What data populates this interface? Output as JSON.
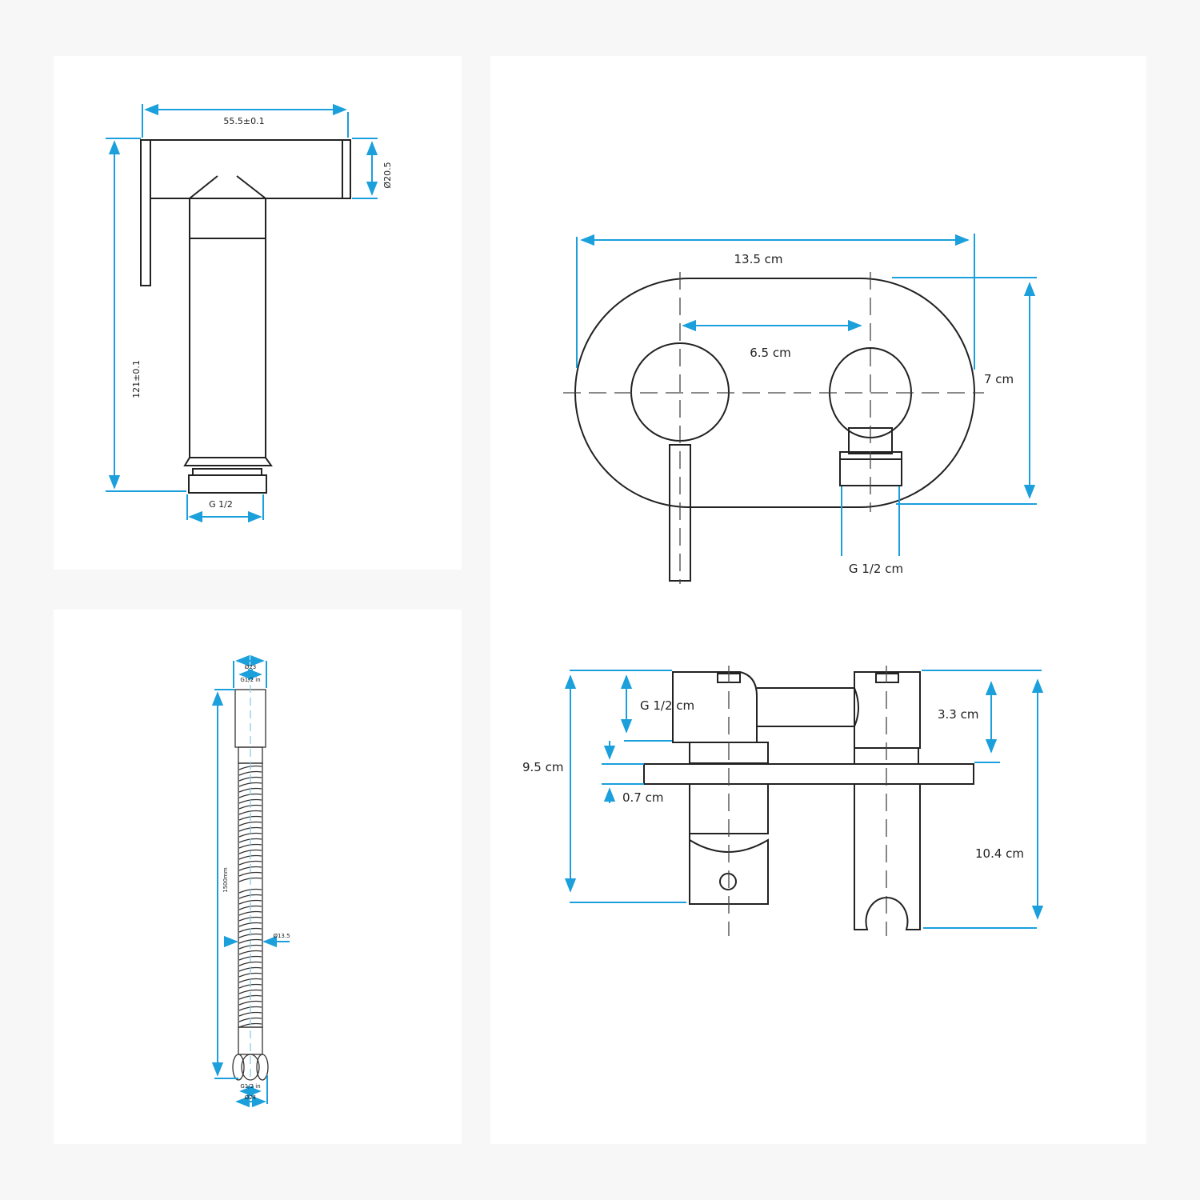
{
  "panels": {
    "sprayer": {
      "width_label": "55.5±0.1",
      "diameter_label": "Ø20.5",
      "height_label": "121±0.1",
      "thread_label": "G 1/2"
    },
    "hose": {
      "top_outer_label": "Ø23",
      "top_thread_label": "G1/2 in",
      "length_label": "1500mm",
      "hose_diameter_label": "Ø13.5",
      "bottom_thread_label": "G1/2 in",
      "bottom_outer_label": "Ø24"
    },
    "front_view": {
      "width_label": "13.5 cm",
      "spacing_label": "6.5 cm",
      "height_label": "7 cm",
      "thread_label": "G 1/2  cm"
    },
    "side_view": {
      "thread_label": "G 1/2  cm",
      "total_depth_label": "9.5 cm",
      "plate_label": "0.7 cm",
      "top_label": "3.3 cm",
      "holder_label": "10.4 cm"
    }
  },
  "colors": {
    "dimension": "#1ba0dc",
    "line": "#222222",
    "background": "#f7f7f7"
  }
}
